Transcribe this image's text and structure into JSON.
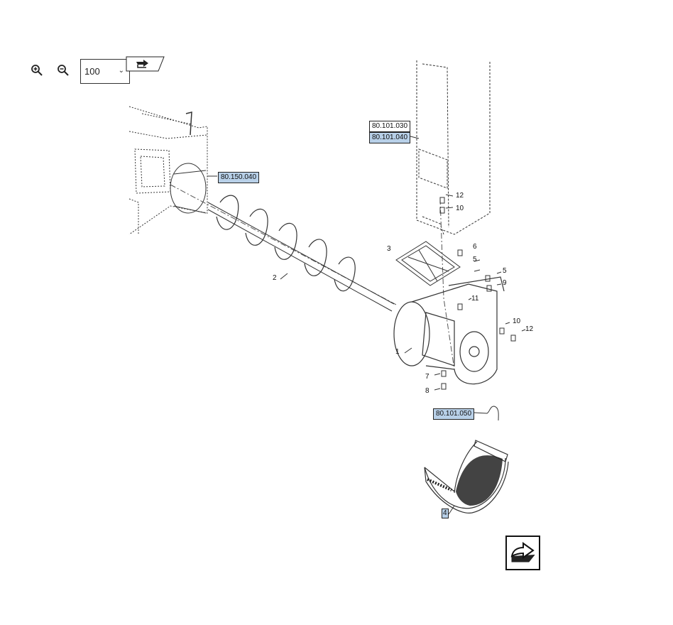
{
  "toolbar": {
    "zoom_in_icon": "zoom-in-icon",
    "zoom_out_icon": "zoom-out-icon",
    "zoom_value": "100",
    "view_icon": "diagram-view-icon"
  },
  "references": {
    "ref_80_101_030": "80.101.030",
    "ref_80_101_040": "80.101.040",
    "ref_80_150_040": "80.150.040",
    "ref_80_101_050": "80.101.050"
  },
  "part_numbers": {
    "p1": "1",
    "p2": "2",
    "p3": "3",
    "p4": "4",
    "p5a": "5",
    "p5b": "5",
    "p6": "6",
    "p7": "7",
    "p8": "8",
    "p9": "9",
    "p10a": "10",
    "p10b": "10",
    "p11": "11",
    "p12a": "12",
    "p12b": "12"
  },
  "next_button_icon": "next-page-arrow-icon"
}
